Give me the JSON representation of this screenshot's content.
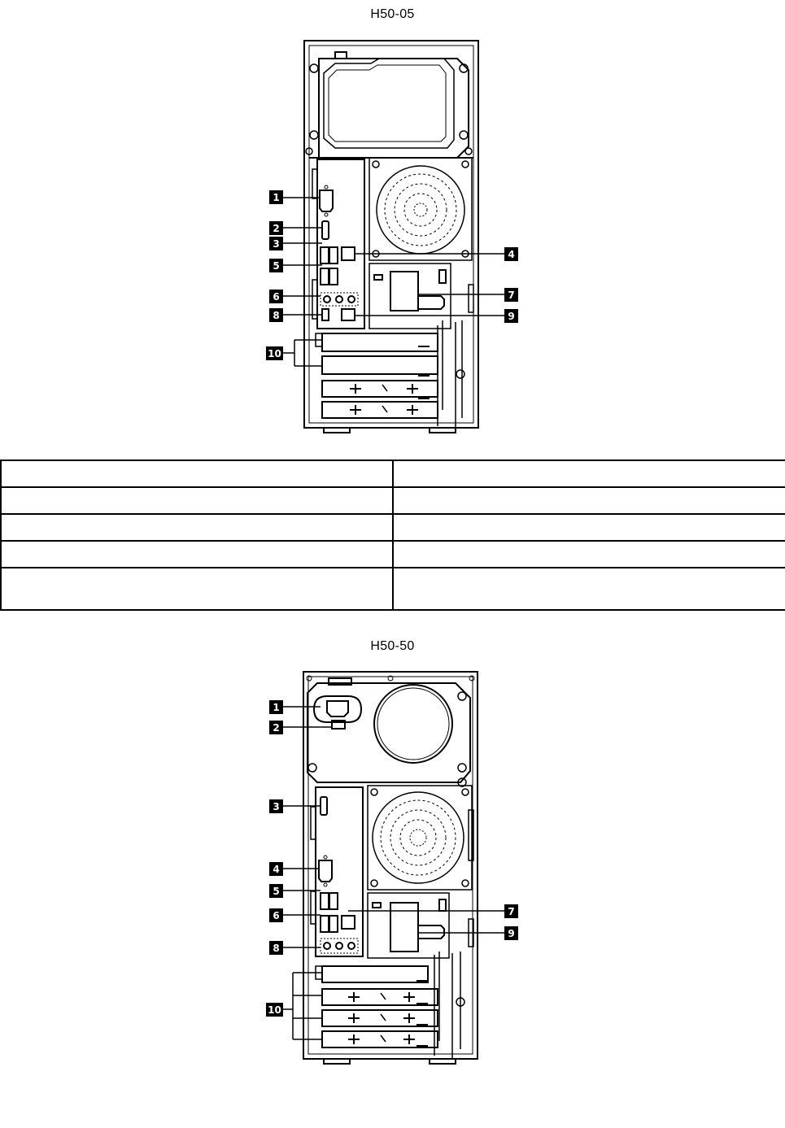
{
  "models": [
    {
      "title": "H50-05",
      "callouts": [
        {
          "num": "1",
          "label": ""
        },
        {
          "num": "2",
          "label": ""
        },
        {
          "num": "3",
          "label": ""
        },
        {
          "num": "4",
          "label": ""
        },
        {
          "num": "5",
          "label": ""
        },
        {
          "num": "6",
          "label": ""
        },
        {
          "num": "7",
          "label": ""
        },
        {
          "num": "8",
          "label": ""
        },
        {
          "num": "9",
          "label": ""
        },
        {
          "num": "10",
          "label": ""
        }
      ]
    },
    {
      "title": "H50-50",
      "callouts": [
        {
          "num": "1",
          "label": ""
        },
        {
          "num": "2",
          "label": ""
        },
        {
          "num": "3",
          "label": ""
        },
        {
          "num": "4",
          "label": ""
        },
        {
          "num": "5",
          "label": ""
        },
        {
          "num": "6",
          "label": ""
        },
        {
          "num": "7",
          "label": ""
        },
        {
          "num": "8",
          "label": ""
        },
        {
          "num": "9",
          "label": ""
        },
        {
          "num": "10",
          "label": ""
        }
      ]
    }
  ],
  "legend_table": {
    "rows": [
      [
        "",
        ""
      ],
      [
        "",
        ""
      ],
      [
        "",
        ""
      ],
      [
        "",
        ""
      ],
      [
        "",
        ""
      ]
    ]
  }
}
